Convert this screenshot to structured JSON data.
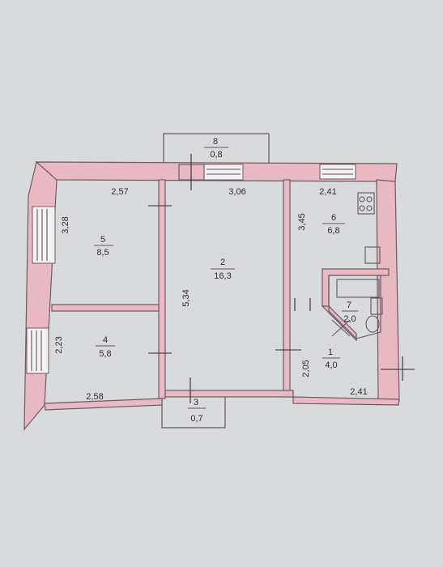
{
  "rooms": [
    {
      "number": "1",
      "area": "4,0"
    },
    {
      "number": "2",
      "area": "16,3"
    },
    {
      "number": "3",
      "area": "0,7"
    },
    {
      "number": "4",
      "area": "5,8"
    },
    {
      "number": "5",
      "area": "8,5"
    },
    {
      "number": "6",
      "area": "6,8"
    },
    {
      "number": "7",
      "area": "2,0"
    },
    {
      "number": "8",
      "area": "0,8"
    }
  ],
  "dimensions": {
    "room5_width": "2,57",
    "room2_width": "3,06",
    "room6_width": "2,41",
    "room5_height": "3,28",
    "room4_height": "2,23",
    "room2_height": "5,34",
    "room6_height": "3,45",
    "room1_height": "2,05",
    "room4_width": "2,58",
    "room1_width": "2,41"
  }
}
